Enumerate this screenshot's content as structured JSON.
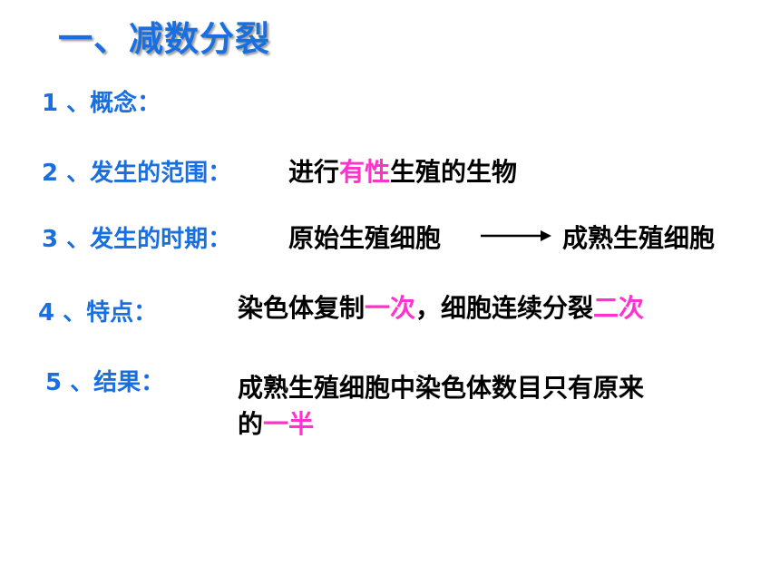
{
  "title": "一、减数分裂",
  "items": [
    {
      "label": "1 、概念："
    },
    {
      "label": "2 、发生的范围：",
      "text_a": "进行",
      "text_hl": "有性",
      "text_b": "生殖的生物"
    },
    {
      "label": "3 、发生的时期：",
      "from": "原始生殖细胞",
      "to": "成熟生殖细胞"
    },
    {
      "label": "4 、特点：",
      "text_a": "染色体复制",
      "hl_a": "一次",
      "text_b": "，细胞连续分裂",
      "hl_b": "二次"
    },
    {
      "label": "5 、结果：",
      "line1": "成熟生殖细胞中染色体数目只有原来",
      "line2_a": "的",
      "line2_hl": "一半"
    }
  ],
  "colors": {
    "label": "#1a6fe0",
    "highlight": "#ff33cc",
    "text": "#000000"
  }
}
